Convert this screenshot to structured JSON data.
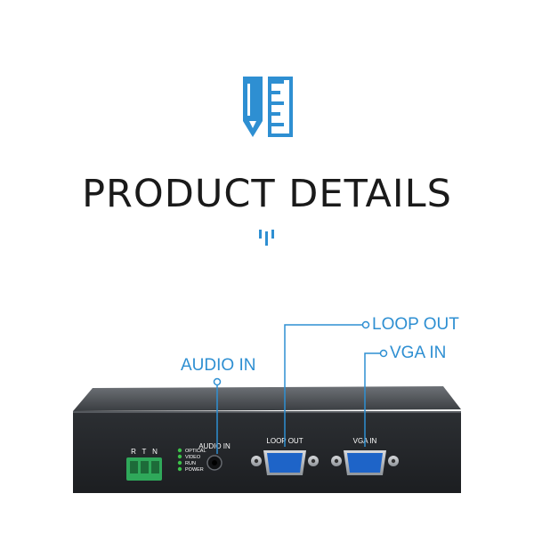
{
  "header": {
    "title": "PRODUCT DETAILS"
  },
  "icons": {
    "logo": "pencil-ruler-icon",
    "divider": "vertical-bars-icon"
  },
  "callouts": {
    "loop_out": "LOOP OUT",
    "vga_in": "VGA IN",
    "audio_in": "AUDIO IN"
  },
  "device_panel": {
    "terminal_labels": [
      "R",
      "T",
      "N"
    ],
    "leds": [
      "OPTICAL",
      "VIDEO",
      "RUN",
      "POWER"
    ],
    "audio_port_label": "AUDIO IN",
    "loop_port_label": "LOOP OUT",
    "vga_port_label": "VGA IN"
  },
  "colors": {
    "accent": "#2e8fd2",
    "title": "#1a1a1a",
    "device_body": "#2b2e31",
    "led": "#3cc24a",
    "terminal": "#2fa85a"
  }
}
